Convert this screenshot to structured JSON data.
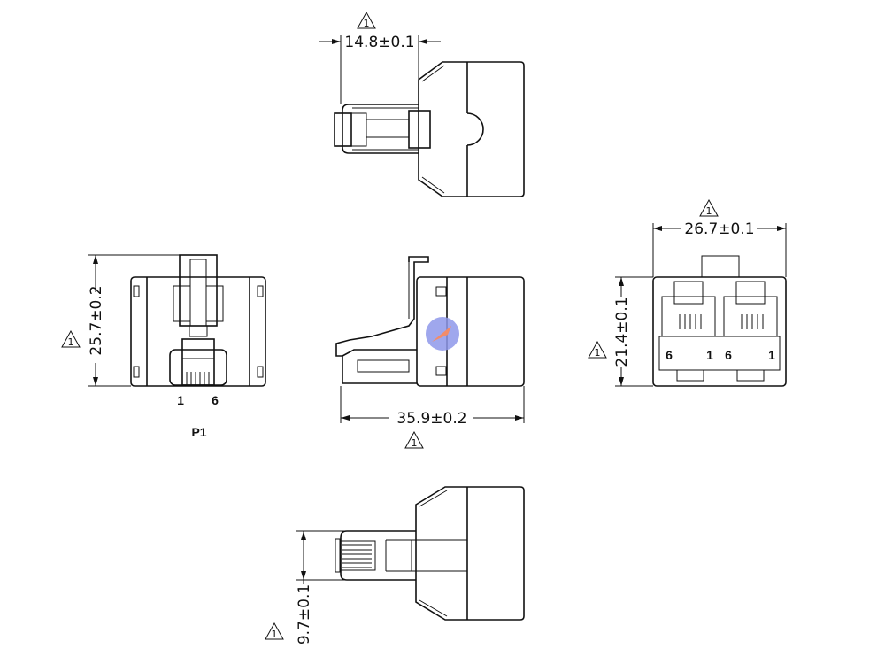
{
  "dimensions": {
    "top_width": "14.8±0.1",
    "front_height": "25.7±0.2",
    "side_length": "35.9±0.2",
    "rear_width": "26.7±0.1",
    "rear_height": "21.4±0.1",
    "plug_width": "9.7±0.1"
  },
  "revision_mark": "1",
  "plug_view": {
    "pin_left": "1",
    "pin_right": "6",
    "name": "P1"
  },
  "jack_view": {
    "pins": [
      "6",
      "1",
      "6",
      "1"
    ]
  },
  "colors": {
    "line": "#111111",
    "watermark": "#4a5bd6"
  }
}
